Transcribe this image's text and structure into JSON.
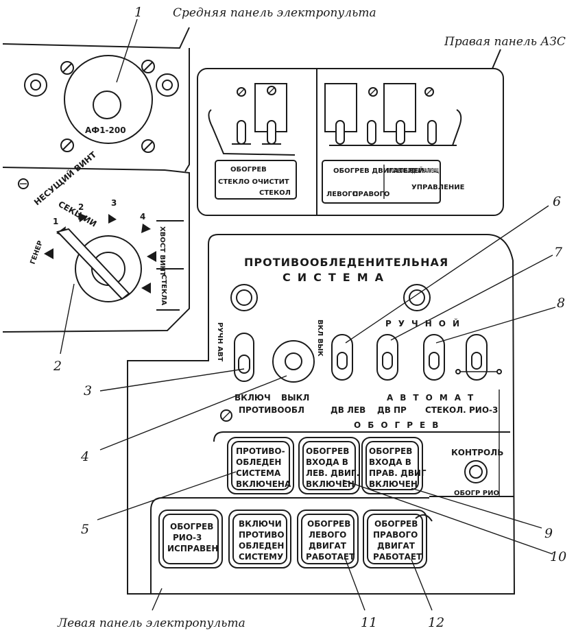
{
  "captions": {
    "middle_panel": "Средняя панель электропульта",
    "right_panel": "Правая панель АЗС",
    "left_panel": "Левая панель электропульта"
  },
  "callouts": [
    "1",
    "2",
    "3",
    "4",
    "5",
    "6",
    "7",
    "8",
    "9",
    "10",
    "11",
    "12"
  ],
  "connector_label": "АФ1-200",
  "selector": {
    "rotor_label": "НЕСУЩИЙ ВИНТ",
    "sections_label": "СЕКЦ ИИ",
    "generator": "ГЕНЕР",
    "positions": [
      "1",
      "2",
      "3",
      "4"
    ],
    "tail_rotor": "ХВОСТ ВИНТ",
    "glass": "СТЕКЛА"
  },
  "azs_panel": {
    "left_group": {
      "title": "ОБОГРЕВ",
      "items": [
        "СТЕКЛО ОЧИСТИТ",
        "СТЕКОЛ"
      ]
    },
    "right_group": {
      "items": [
        "ОБОГРЕВ ДВИГАТЕЛЕЙ",
        "ЛЕВОГО",
        "ПРАВОГО",
        "ПРОТИВООБЛЕД СИГНАЛИЗАЦ",
        "УПРАВЛЕНИЕ"
      ]
    }
  },
  "deice_panel": {
    "title_line1": "ПРОТИВООБЛЕДЕНИТЕЛЬНАЯ",
    "title_line2": "СИСТЕМА",
    "manual": "РУЧНОЙ",
    "auto": "АВТОМАТ",
    "heating": "ОБОГРЕВ",
    "switch1_side": "РУЧН АВТ",
    "switch2_side": "ВКЛ ВЫК",
    "on_label": "ВКЛЮЧ",
    "off_label": "ВЫКЛ",
    "deice_label": "ПРОТИВООБЛ",
    "switch_labels": [
      "ДВ ЛЕВ",
      "ДВ ПР",
      "СТЕКОЛ.",
      "РИО-3"
    ],
    "control": "КОНТРОЛЬ",
    "control_sub": "ОБОГР РИО",
    "lamps_top": [
      [
        "ПРОТИВО-",
        "ОБЛЕДЕН",
        "СИСТЕМА",
        "ВКЛЮЧЕНА"
      ],
      [
        "ОБОГРЕВ",
        "ВХОДА В",
        "ЛЕВ. ДВИГ.",
        "ВКЛЮЧЕН"
      ],
      [
        "ОБОГРЕВ",
        "ВХОДА В",
        "ПРАВ. ДВИГ",
        "ВКЛЮЧЕН"
      ]
    ],
    "lamps_bottom": [
      [
        "ОБОГРЕВ",
        "РИО-3",
        "ИСПРАВЕН"
      ],
      [
        "ВКЛЮЧИ",
        "ПРОТИВО",
        "ОБЛЕДЕН",
        "СИСТЕМУ"
      ],
      [
        "ОБОГРЕВ",
        "ЛЕВОГО",
        "ДВИГАТ",
        "РАБОТАЕТ"
      ],
      [
        "ОБОГРЕВ",
        "ПРАВОГО",
        "ДВИГАТ",
        "РАБОТАЕТ"
      ]
    ]
  }
}
